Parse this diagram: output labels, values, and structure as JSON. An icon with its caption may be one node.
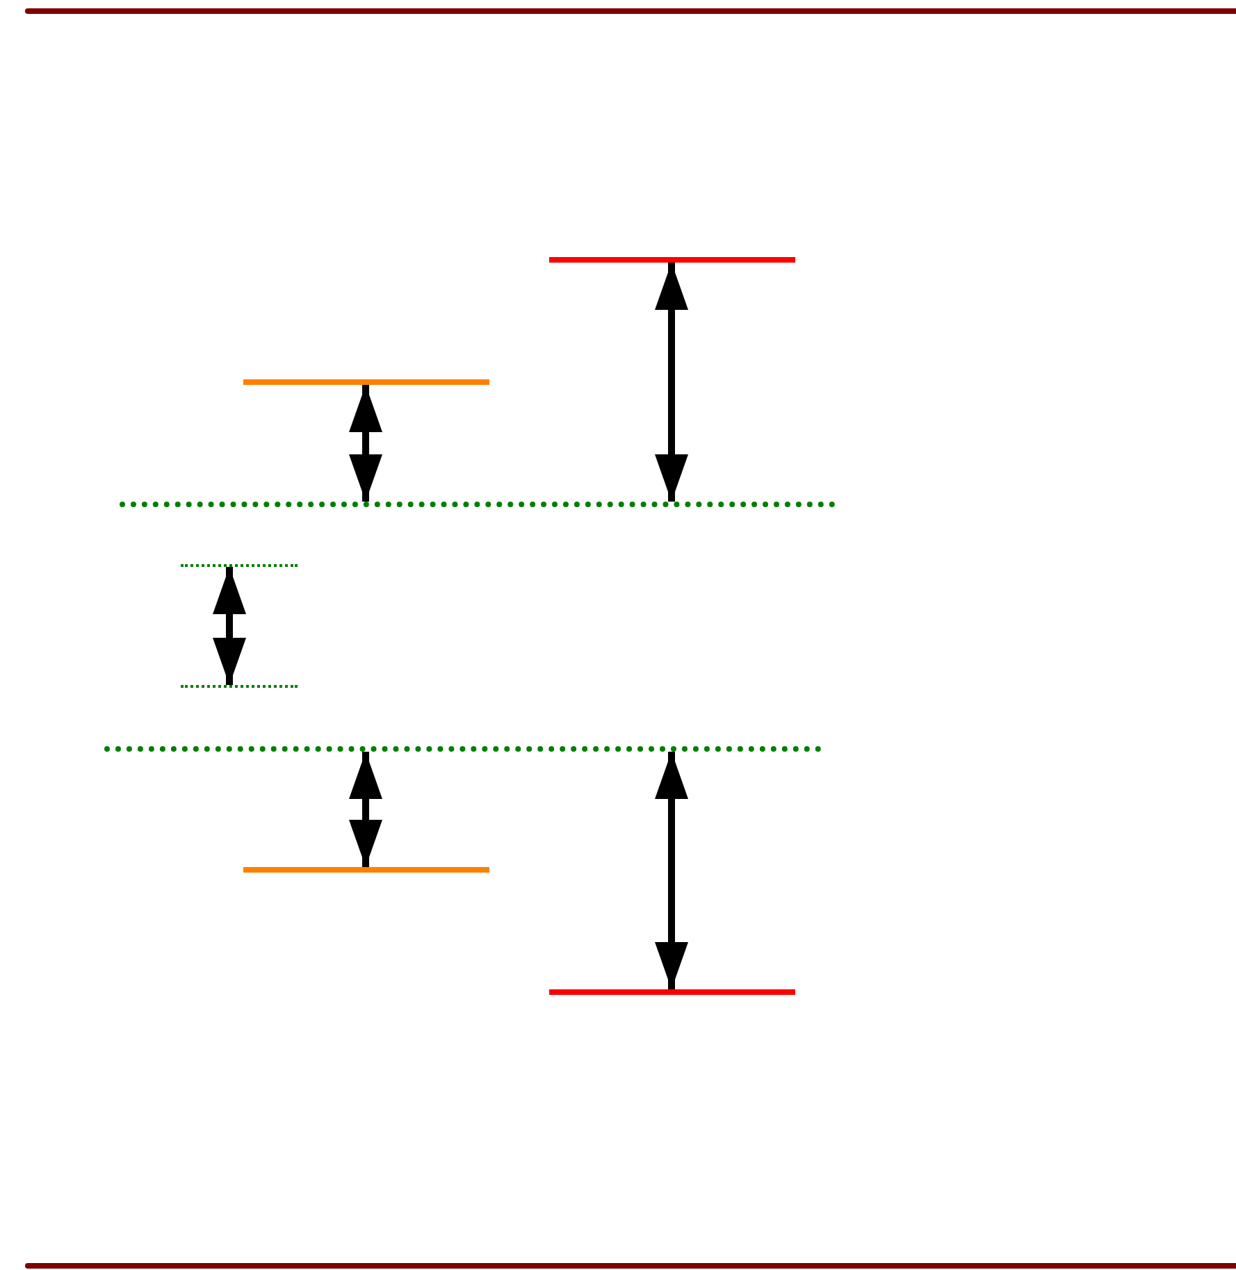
{
  "diagram": {
    "nodes": [
      {
        "text": [],
        "shape": "bar"
      },
      {
        "text": [],
        "shape": "bar"
      },
      {
        "text": [],
        "shape": "bar"
      },
      {
        "text": [],
        "shape": "bar"
      },
      {
        "text": [],
        "shape": "bar"
      },
      {
        "text": [],
        "shape": "bar"
      },
      {
        "text": [],
        "shape": "bar"
      },
      {
        "text": [],
        "shape": "bar"
      }
    ],
    "edges": [
      {
        "from": 1,
        "to": 2,
        "arrow": "both"
      },
      {
        "from": 0,
        "to": 2,
        "arrow": "both"
      },
      {
        "from": 3,
        "to": 4,
        "arrow": "both"
      },
      {
        "from": 5,
        "to": 6,
        "arrow": "both"
      },
      {
        "from": 5,
        "to": 7,
        "arrow": "both"
      }
    ]
  }
}
